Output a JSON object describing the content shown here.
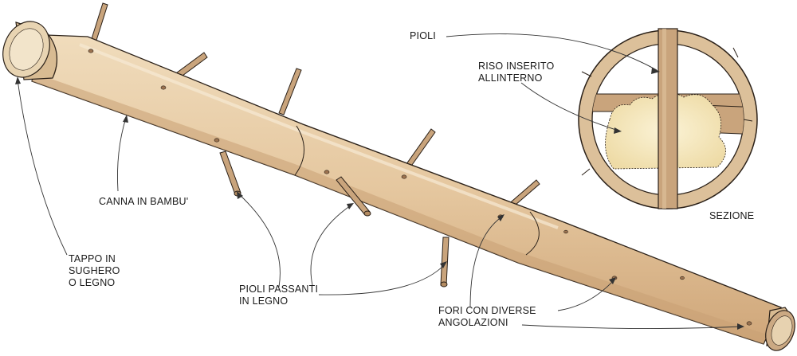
{
  "labels": {
    "tappo": [
      "TAPPO IN",
      "SUGHERO",
      "O LEGNO"
    ],
    "canna": [
      "CANNA IN BAMBU'"
    ],
    "pioli_passanti": [
      "PIOLI PASSANTI",
      "IN LEGNO"
    ],
    "fori": [
      "FORI CON DIVERSE",
      "ANGOLAZIONI"
    ],
    "pioli": [
      "PIOLI"
    ],
    "riso": [
      "RISO INSERITO",
      "ALLINTERNO"
    ],
    "sezione": [
      "SEZIONE"
    ]
  },
  "colors": {
    "bamboo": "#e6c9a0",
    "bamboo_shade": "#d2ad80",
    "peg": "#c9a47c",
    "ring": "#dcc09a",
    "rice": "#f3e6b8",
    "outline": "#2a2018"
  }
}
